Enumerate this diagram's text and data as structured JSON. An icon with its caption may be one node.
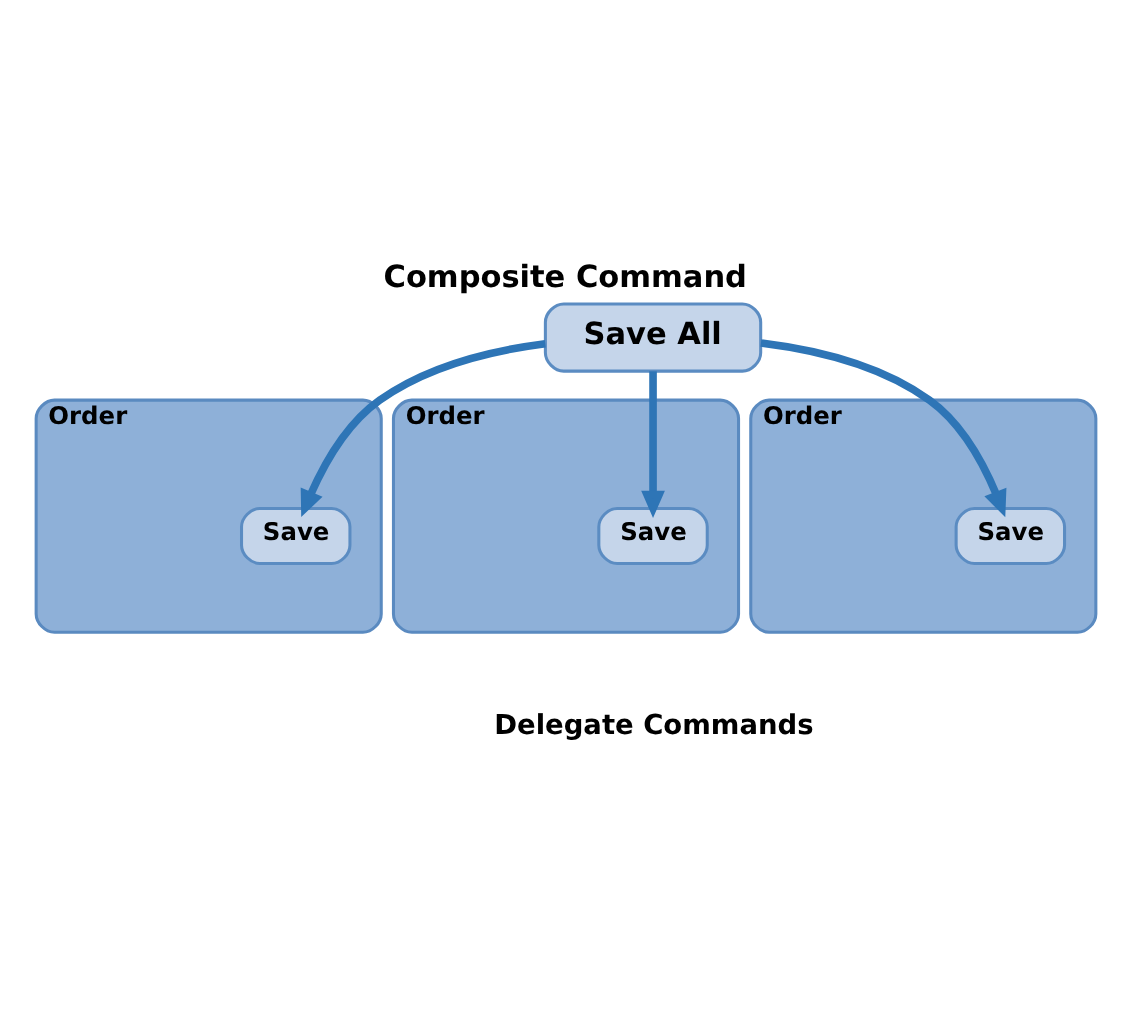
{
  "diagram": {
    "title": "Composite Command",
    "nodes": [
      {
        "text": [
          "Save All"
        ]
      },
      {
        "text": [
          "Order"
        ]
      },
      {
        "text": [
          "Save"
        ],
        "in": 1
      },
      {
        "text": [
          "Order"
        ]
      },
      {
        "text": [
          "Save"
        ],
        "in": 3
      },
      {
        "text": [
          "Order"
        ]
      },
      {
        "text": [
          "Save"
        ],
        "in": 5
      }
    ],
    "edges": [
      {
        "from": 0,
        "to": 2,
        "arrow": "to"
      },
      {
        "from": 0,
        "to": 4,
        "arrow": "to"
      },
      {
        "from": 0,
        "to": 6,
        "arrow": "to"
      }
    ],
    "labels": [
      "Delegate Commands"
    ]
  }
}
